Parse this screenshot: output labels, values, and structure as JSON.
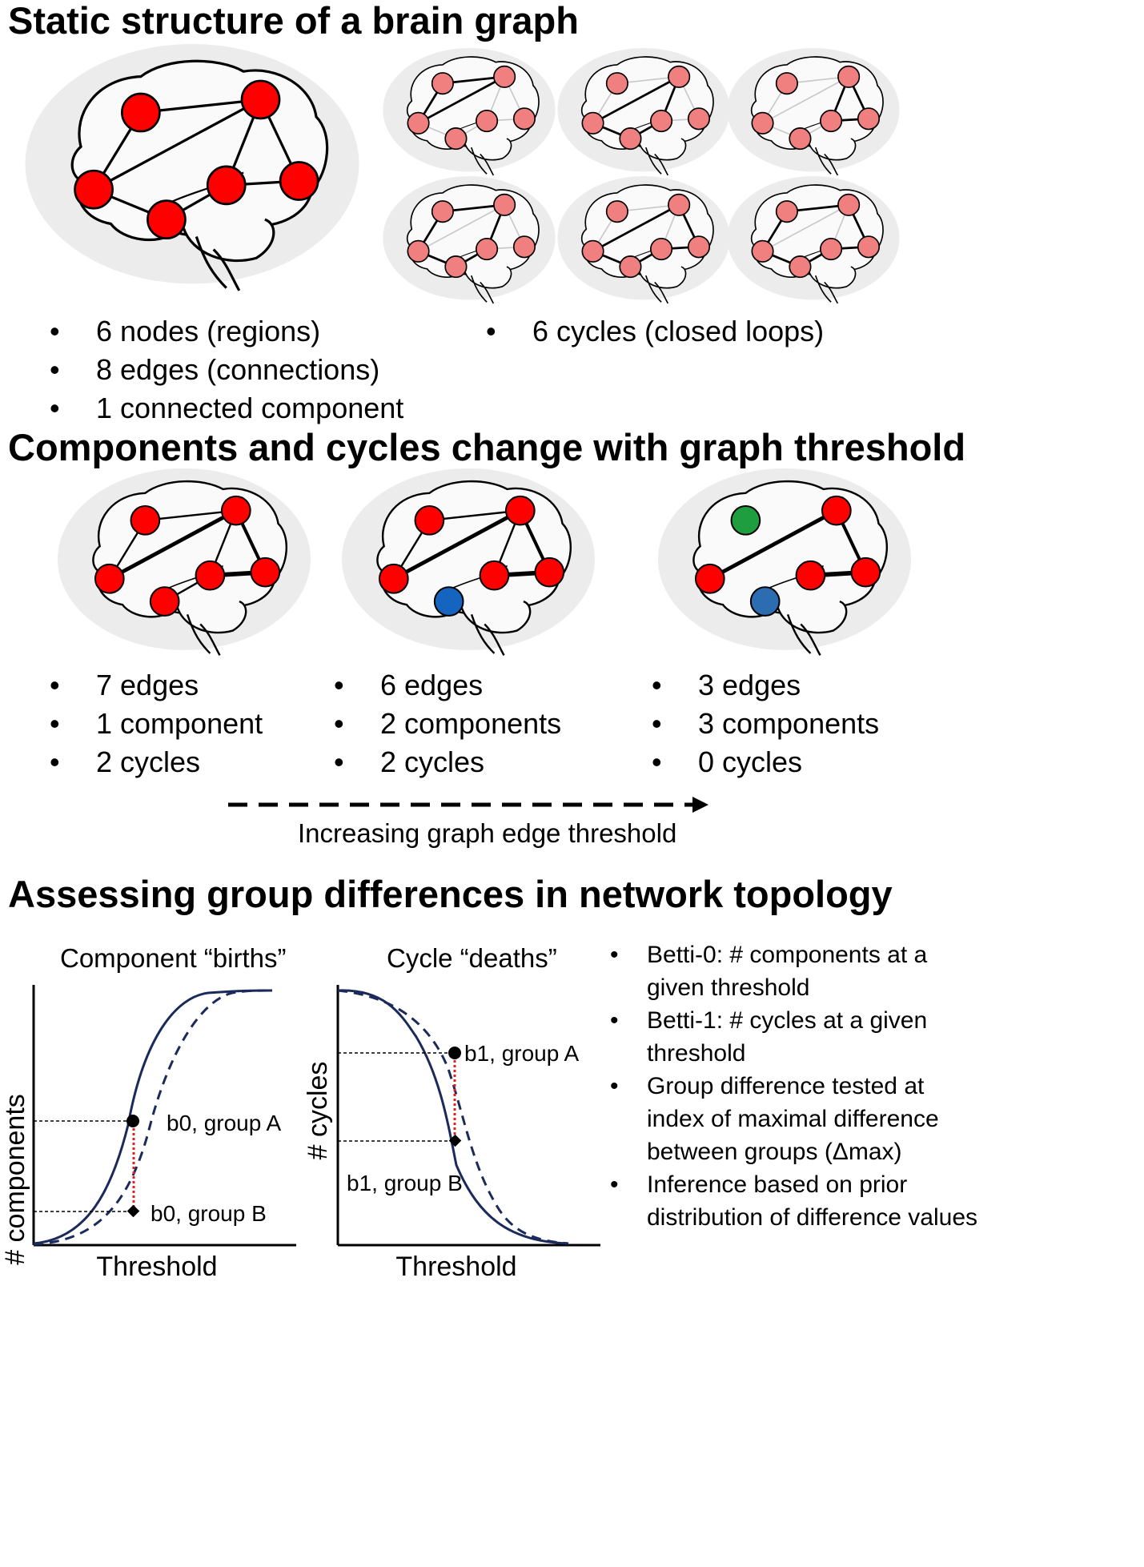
{
  "sections": {
    "static": {
      "title": "Static structure of a brain graph",
      "bullets_left": [
        "6 nodes (regions)",
        "8 edges (connections)",
        "1 connected component"
      ],
      "bullets_right": [
        "6 cycles (closed loops)"
      ]
    },
    "threshold": {
      "title": "Components and cycles change with graph threshold",
      "panels": [
        {
          "bullets": [
            "7 edges",
            "1 component",
            "2 cycles"
          ]
        },
        {
          "bullets": [
            "6 edges",
            "2 components",
            "2 cycles"
          ]
        },
        {
          "bullets": [
            "3 edges",
            "3 components",
            "0 cycles"
          ]
        }
      ],
      "arrow_label": "Increasing graph edge threshold"
    },
    "group": {
      "title": "Assessing group differences in network topology",
      "plot1": {
        "title": "Component “births”",
        "ylabel": "# components",
        "xlabel": "Threshold",
        "label_a": "b0, group A",
        "label_b": "b0, group B"
      },
      "plot2": {
        "title": "Cycle “deaths”",
        "ylabel": "# cycles",
        "xlabel": "Threshold",
        "label_a": "b1, group A",
        "label_b": "b1, group B"
      },
      "bullets": [
        "Betti-0: # components at a given threshold",
        "Betti-1: # cycles at a given threshold",
        "Group difference tested at index of maximal difference between groups (Δmax)",
        "Inference based on prior distribution of difference values"
      ]
    }
  },
  "colors": {
    "node_red": "#ff0000",
    "node_pink": "#f08080",
    "node_green": "#1e9e3e",
    "node_blue": "#1565c0",
    "curve": "#1a2a5a",
    "diff_line": "#e02020",
    "brain_fill": "#ececec"
  }
}
